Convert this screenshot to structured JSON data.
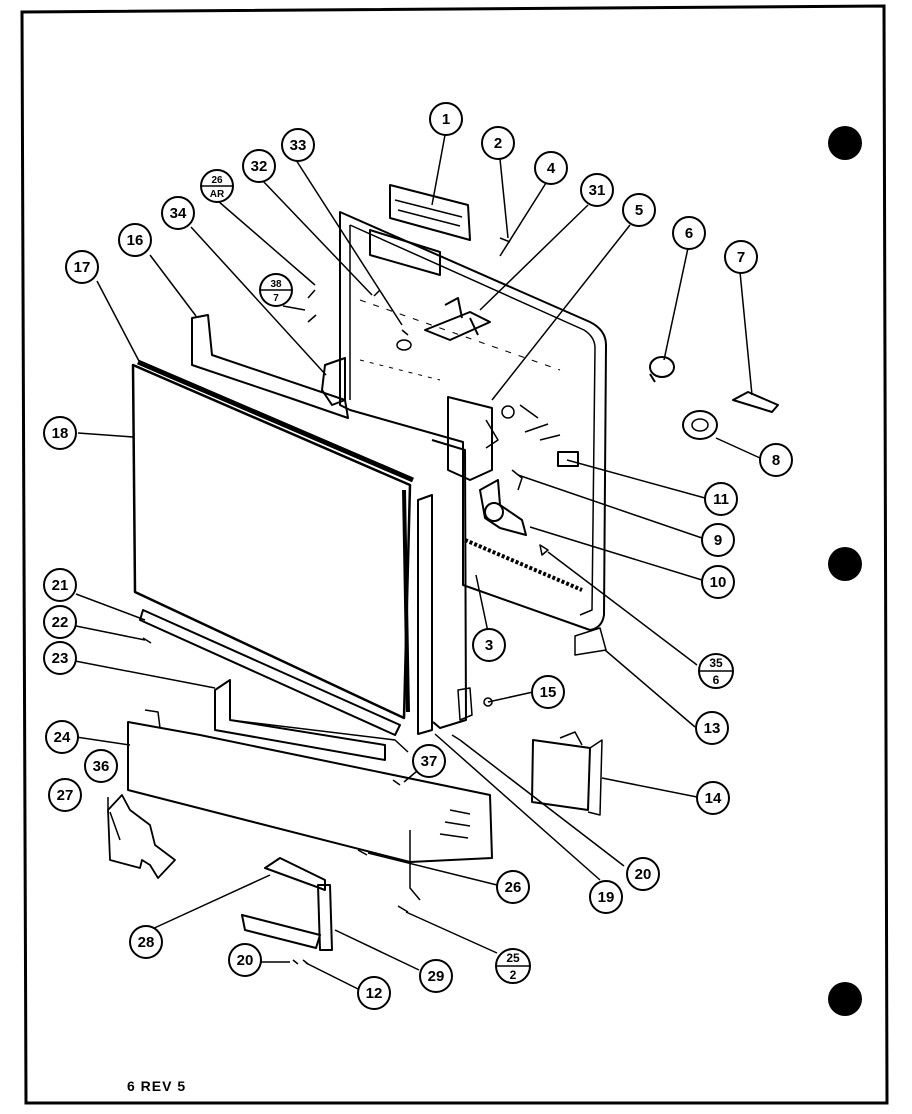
{
  "callouts": {
    "c1": "1",
    "c2": "2",
    "c3": "3",
    "c4": "4",
    "c5": "5",
    "c6": "6",
    "c7": "7",
    "c8": "8",
    "c9": "9",
    "c10": "10",
    "c11": "11",
    "c12": "12",
    "c13": "13",
    "c14": "14",
    "c15": "15",
    "c16": "16",
    "c17": "17",
    "c18": "18",
    "c19": "19",
    "c20a": "20",
    "c20b": "20",
    "c21": "21",
    "c22": "22",
    "c23": "23",
    "c24": "24",
    "c26": "26",
    "c27": "27",
    "c28": "28",
    "c29": "29",
    "c31": "31",
    "c32": "32",
    "c33": "33",
    "c34": "34",
    "c36": "36",
    "c37": "37"
  },
  "fractions": {
    "f26": {
      "top": "26",
      "bottom": "AR"
    },
    "f38": {
      "top": "38",
      "bottom": "7"
    },
    "f35": {
      "top": "35",
      "bottom": "6"
    },
    "f25": {
      "top": "25",
      "bottom": "2"
    }
  },
  "footer": "6 REV 5"
}
